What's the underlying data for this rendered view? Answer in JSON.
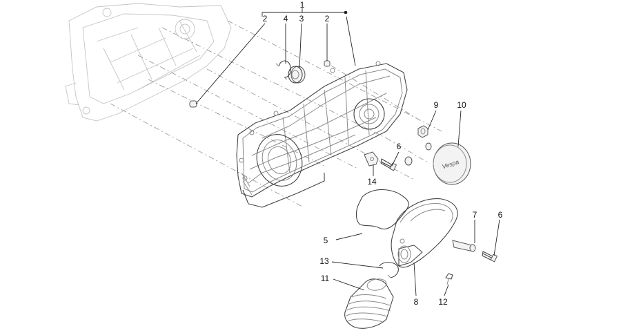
{
  "diagram": {
    "type": "exploded-parts-view",
    "callouts": [
      {
        "id": "c1",
        "label": "1"
      },
      {
        "id": "c2a",
        "label": "2"
      },
      {
        "id": "c4",
        "label": "4"
      },
      {
        "id": "c3",
        "label": "3"
      },
      {
        "id": "c2b",
        "label": "2"
      },
      {
        "id": "c9",
        "label": "9"
      },
      {
        "id": "c10",
        "label": "10"
      },
      {
        "id": "c6a",
        "label": "6"
      },
      {
        "id": "c14",
        "label": "14"
      },
      {
        "id": "c7",
        "label": "7"
      },
      {
        "id": "c6b",
        "label": "6"
      },
      {
        "id": "c5",
        "label": "5"
      },
      {
        "id": "c13",
        "label": "13"
      },
      {
        "id": "c11",
        "label": "11"
      },
      {
        "id": "c8",
        "label": "8"
      },
      {
        "id": "c12",
        "label": "12"
      }
    ],
    "badge_text": "Vespa",
    "colors": {
      "line": "#444444",
      "ghost": "#c4c4c4",
      "text": "#111111"
    }
  }
}
